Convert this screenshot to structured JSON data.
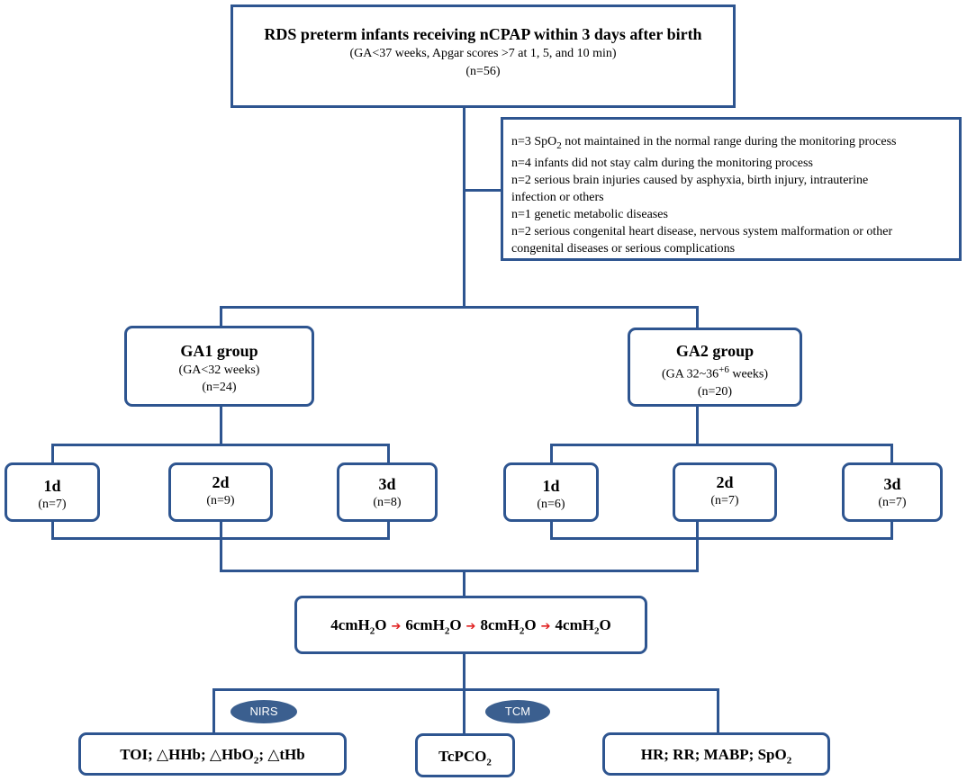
{
  "top": {
    "title": "RDS preterm infants receiving nCPAP within 3 days after birth",
    "criteria": "(GA<37 weeks, Apgar scores >7 at 1, 5, and 10 min)",
    "n": "(n=56)"
  },
  "exclusions": {
    "line1_pre": "n=3 SpO",
    "line1_sub": "2",
    "line1_post": " not maintained in the normal range during the monitoring process",
    "line2": "n=4 infants did not stay calm during the monitoring process",
    "line3": "n=2 serious brain injuries caused by asphyxia, birth injury, intrauterine",
    "line4": "infection or others",
    "line5": "n=1 genetic metabolic diseases",
    "line6": "n=2 serious congenital heart disease, nervous system malformation or other",
    "line7": "congenital diseases or serious complications"
  },
  "ga1": {
    "title": "GA1 group",
    "criteria": "(GA<32 weeks)",
    "n": "(n=24)"
  },
  "ga2": {
    "title": "GA2 group",
    "criteria_pre": "(GA 32~36",
    "criteria_sup": "+6",
    "criteria_post": " weeks)",
    "n": "(n=20)"
  },
  "days_ga1": [
    {
      "label": "1d",
      "n": "(n=7)"
    },
    {
      "label": "2d",
      "n": "(n=9)"
    },
    {
      "label": "3d",
      "n": "(n=8)"
    }
  ],
  "days_ga2": [
    {
      "label": "1d",
      "n": "(n=6)"
    },
    {
      "label": "2d",
      "n": "(n=7)"
    },
    {
      "label": "3d",
      "n": "(n=7)"
    }
  ],
  "pressure": {
    "p1_pre": "4cmH",
    "p1_sub": "2",
    "p1_post": "O",
    "p2_pre": "6cmH",
    "p2_sub": "2",
    "p2_post": "O",
    "p3_pre": "8cmH",
    "p3_sub": "2",
    "p3_post": "O",
    "p4_pre": "4cmH",
    "p4_sub": "2",
    "p4_post": "O",
    "arrow": "➔",
    "arrow_color": "#e01f1f"
  },
  "tags": {
    "nirs": "NIRS",
    "tcm": "TCM"
  },
  "outcomes": {
    "nirs_a": "TOI; △HHb; △HbO",
    "nirs_sub": "2",
    "nirs_b": "; △tHb",
    "tcm_pre": "TcPCO",
    "tcm_sub": "2",
    "vitals_pre": "HR; RR; MABP; SpO",
    "vitals_sub": "2"
  },
  "colors": {
    "border": "#2e5590",
    "tag_fill": "#3b5f8f"
  }
}
